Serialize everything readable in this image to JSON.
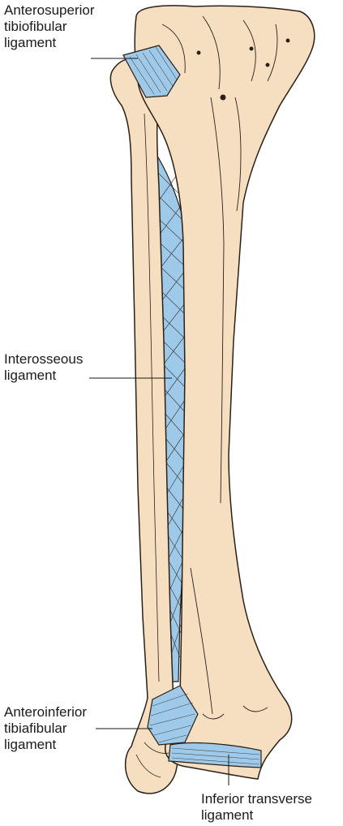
{
  "labels": {
    "anterosuperior": {
      "line1": "Anterosuperior",
      "line2": "tibiofibular",
      "line3": "ligament"
    },
    "interosseous": {
      "line1": "Interosseous",
      "line2": "ligament"
    },
    "anteroinferior": {
      "line1": "Anteroinferior",
      "line2": "tibiafibular",
      "line3": "ligament"
    },
    "inferior_transverse": {
      "line1": "Inferior transverse",
      "line2": "ligament"
    }
  },
  "colors": {
    "bone": "#f6dfc1",
    "bone_outline": "#2a2018",
    "ligament": "#9ec9e8",
    "leader_line": "#1a1a1a",
    "background": "#ffffff"
  }
}
